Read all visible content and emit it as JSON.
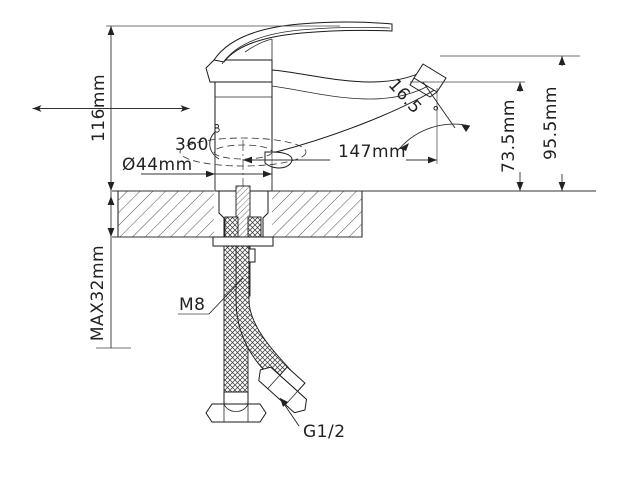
{
  "drawing": {
    "title": "Single-lever basin faucet dimensional drawing",
    "units": "mm",
    "background_color": "#ffffff",
    "line_color": "#1a1a1a",
    "text_color": "#222222"
  },
  "dimensions": {
    "height_total": "116mm",
    "swivel_angle": "360",
    "swivel_degree_symbol": "°",
    "base_diameter": "Ø44mm",
    "spout_reach": "147mm",
    "spout_angle": "16.5",
    "spout_angle_symbol": "°",
    "spout_height_inner": "73.5mm",
    "spout_height_outer": "95.5mm",
    "max_thickness": "MAX32mm"
  },
  "callouts": {
    "stud_thread": "M8",
    "hose_thread": "G1/2"
  },
  "labels": [
    {
      "name": "height-116",
      "text": "116mm",
      "orientation": "vertical"
    },
    {
      "name": "swivel-360",
      "text": "360",
      "orientation": "horizontal"
    },
    {
      "name": "base-dia-44",
      "text": "Ø44mm",
      "orientation": "horizontal"
    },
    {
      "name": "reach-147",
      "text": "147mm",
      "orientation": "horizontal"
    },
    {
      "name": "angle-16-5",
      "text": "16.5",
      "orientation": "rotated"
    },
    {
      "name": "height-73-5",
      "text": "73.5mm",
      "orientation": "vertical"
    },
    {
      "name": "height-95-5",
      "text": "95.5mm",
      "orientation": "vertical"
    },
    {
      "name": "max-32",
      "text": "MAX32mm",
      "orientation": "vertical"
    },
    {
      "name": "thread-m8",
      "text": "M8",
      "orientation": "horizontal"
    },
    {
      "name": "thread-g12",
      "text": "G1/2",
      "orientation": "horizontal"
    }
  ]
}
